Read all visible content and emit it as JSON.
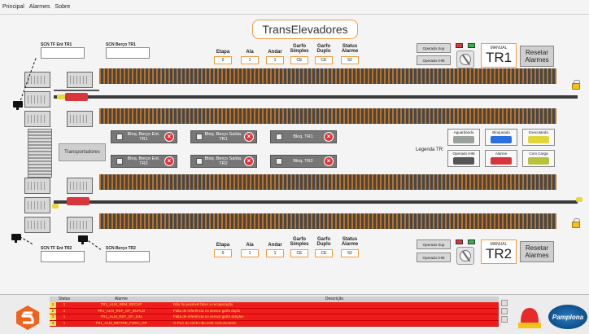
{
  "menu": {
    "items": [
      "Principal",
      "Alarmes",
      "Sobre"
    ]
  },
  "title": "TransElevadores",
  "scn": {
    "tf_ent_tr1": "SCN TF Ent TR1",
    "berco_tr1": "SCN Berço TR1",
    "tf_ent_tr2": "SCN TF Ent TR2",
    "berco_tr2": "SCN Berço TR2"
  },
  "tr1_info": {
    "labels": {
      "etapa": "Etapa",
      "ala": "Ala",
      "andar": "Andar",
      "garfo_simples": "Garfo Simples",
      "garfo_duplo": "Garfo Duplo",
      "status_alarme": "Status Alarme"
    },
    "values": {
      "etapa": "0",
      "ala": "1",
      "andar": "1",
      "garfo_simples": "CE",
      "garfo_duplo": "CE",
      "status_alarme": "52"
    }
  },
  "tr2_info": {
    "labels": {
      "etapa": "Etapa",
      "ala": "Ala",
      "andar": "Andar",
      "garfo_simples": "Garfo Simples",
      "garfo_duplo": "Garfo Duplo",
      "status_alarme": "Status Alarme"
    },
    "values": {
      "etapa": "0",
      "ala": "1",
      "andar": "1",
      "garfo_simples": "CE",
      "garfo_duplo": "CE",
      "status_alarme": "52"
    }
  },
  "tr1_control": {
    "operado_sup": "Operado Sup",
    "operado_ihm": "Operado IHM",
    "mode_label": "MANUAL",
    "mode_name": "TR1",
    "reset": "Resetar Alarmes"
  },
  "tr2_control": {
    "operado_sup": "Operado Sup",
    "operado_ihm": "Operado IHM",
    "mode_label": "MANUAL",
    "mode_name": "TR2",
    "reset": "Resetar Alarmes"
  },
  "blocks": {
    "bloq_berco_ent_tr1": "Bloq. Berço Ent. TR1",
    "bloq_berco_saida_tr1": "Bloq. Berço Saída. TR1",
    "bloq_tr1": "Bloq. TR1",
    "bloq_berco_ent_tr2": "Bloq. Berço Ent. TR2",
    "bloq_berco_saida_tr2": "Bloq. Berço Saída. TR2",
    "bloq_tr2": "Bloq. TR2"
  },
  "transportadores": "Transportadores",
  "legend": {
    "title": "Legenda TR:",
    "items": [
      {
        "label": "Aguardando",
        "color": "#9aa09a"
      },
      {
        "label": "Bloqueado",
        "color": "#2a6ee0"
      },
      {
        "label": "Executando",
        "color": "#e0d63a"
      },
      {
        "label": "Operado IHM",
        "color": "#555555"
      },
      {
        "label": "Alarme",
        "color": "#d9353c"
      },
      {
        "label": "Com Carga",
        "color": "#b8c23a"
      }
    ]
  },
  "alarms": {
    "headers": {
      "status": "Status",
      "alarme": "Alarme",
      "descricao": "Descrição"
    },
    "rows": [
      {
        "idx": "1",
        "status": "1",
        "alarme": "TR1_ALM_SEM_RECUP",
        "descricao": "Não foi possível fazer a recuperação"
      },
      {
        "idx": "2",
        "status": "1",
        "alarme": "TR1_ALM_REF_GF_DUPLO",
        "descricao": "Falta de referência no sensor garfo duplo"
      },
      {
        "idx": "3",
        "status": "1",
        "alarme": "TR1_ALM_REF_GF_SIM",
        "descricao": "Falta de referência no sensor garfo simples"
      },
      {
        "idx": "4",
        "status": "1",
        "alarme": "TR1_ALM_RETIRE_FORA_OP",
        "descricao": "O PLC do OCR não está comunicando"
      }
    ]
  },
  "brand": "Pamplona",
  "colors": {
    "accent": "#f39a3c",
    "alarm_row": "#ee1c1c",
    "alarm_text": "#ffde59"
  }
}
